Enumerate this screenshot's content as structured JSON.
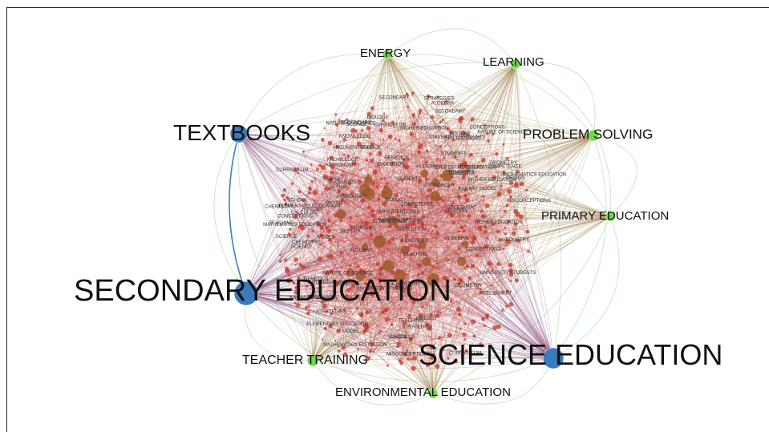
{
  "hubs": [
    {
      "id": "textbooks",
      "label": "TEXTBOOKS",
      "group": "major"
    },
    {
      "id": "secondary-education",
      "label": "SECONDARY EDUCATION",
      "group": "major"
    },
    {
      "id": "science-education",
      "label": "SCIENCE EDUCATION",
      "group": "major"
    },
    {
      "id": "energy",
      "label": "ENERGY",
      "group": "minor"
    },
    {
      "id": "learning",
      "label": "LEARNING",
      "group": "minor"
    },
    {
      "id": "problem-solving",
      "label": "PROBLEM SOLVING",
      "group": "minor"
    },
    {
      "id": "primary-education",
      "label": "PRIMARY EDUCATION",
      "group": "minor"
    },
    {
      "id": "teacher-training",
      "label": "TEACHER TRAINING",
      "group": "minor"
    },
    {
      "id": "environmental-education",
      "label": "ENVIRONMENTAL EDUCATION",
      "group": "minor"
    }
  ],
  "inner_terms": [
    "MODEL",
    "CONCEPTIONS",
    "NATURE OF SCIENCE",
    "ELEMENTARY EDUCATION",
    "STRATEGIES",
    "UNIVERSITY STUDENTS",
    "HISTORY",
    "TEACHERS",
    "MATHEMATICS EDUCATION",
    "SCHOOL",
    "CALCULUS",
    "SECONDARY",
    "STUDENTS",
    "SCIENCE",
    "COMPETENCE",
    "CURRICULUM",
    "ASTRONOMY",
    "DESIGN",
    "PHYSICS",
    "CHEMISTRY",
    "BIOLOGY",
    "TEACHING",
    "KNOWLEDGE",
    "GEOMETRY",
    "ALGEBRA",
    "EVOLUTION",
    "GENETICS",
    "ASSESSMENT",
    "MISCONCEPTIONS",
    "HIGHER EDUCATION",
    "ARGUMENTATION",
    "INQUIRY"
  ],
  "colors": {
    "major_node": "#3a7bbf",
    "minor_node": "#6fd84a",
    "inner_edge": "#c43a3a",
    "inner_node": "#c0392b",
    "core_node": "#a0582a",
    "edge_secondary": "#8a4a7a",
    "edge_science": "#8a4a7a",
    "edge_minor": "#a8865a",
    "edge_blue": "#3f7fc0",
    "outer_ring": "#a6d9a0"
  }
}
